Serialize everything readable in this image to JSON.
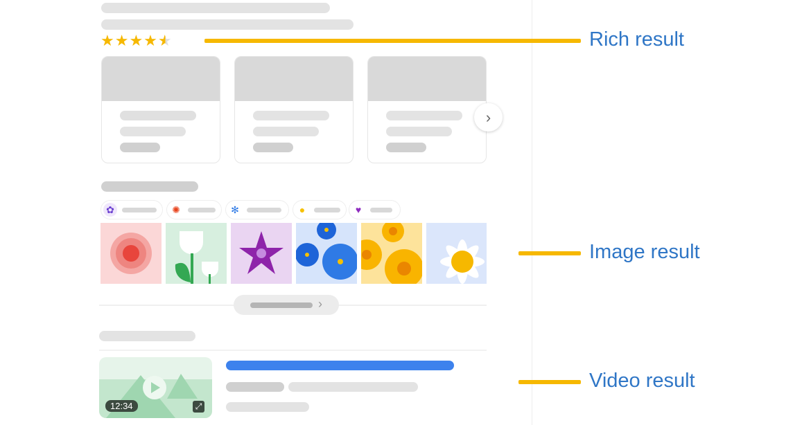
{
  "rich_result": {
    "label": "Rich result",
    "rating": 4.5,
    "stars": "★★★★"
  },
  "image_result": {
    "label": "Image result"
  },
  "video_result": {
    "label": "Video result",
    "duration": "12:34"
  },
  "colors": {
    "accent": "#f6b800",
    "label": "#2f76c6",
    "link": "#3d82ed"
  }
}
